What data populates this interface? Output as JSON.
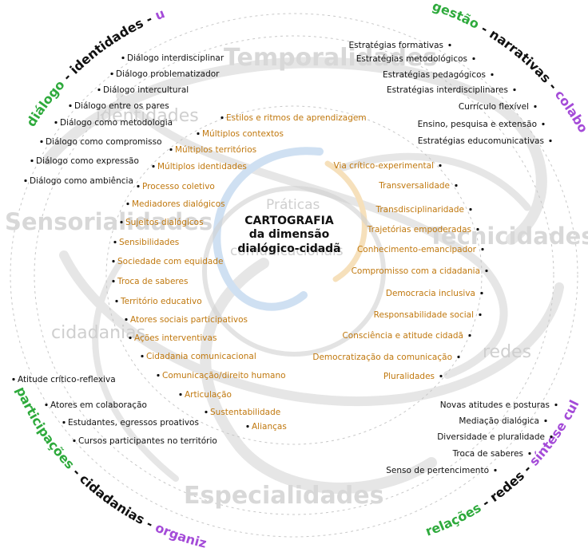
{
  "center": {
    "title_lines": [
      "CARTOGRAFIA",
      "da dimensão",
      "dialógico-cidadã"
    ]
  },
  "background_words": {
    "top": "Temporalidades",
    "left": "Sensorialidades",
    "right": "Tecnicidades",
    "bottom": "Especialidades",
    "identidades": "identidades",
    "cidadanias": "cidadanias",
    "redes": "redes",
    "praticas": "Práticas",
    "comunicacionais": "comunicacionais"
  },
  "corner_labels": {
    "top_left": [
      {
        "text": "diálogo",
        "color": "#2eaa3c"
      },
      {
        "text": " - ",
        "color": "#111111"
      },
      {
        "text": "identidades",
        "color": "#111111"
      },
      {
        "text": " - ",
        "color": "#111111"
      },
      {
        "text": "união",
        "color": "#a44bd8"
      }
    ],
    "top_right": [
      {
        "text": "gestão",
        "color": "#2eaa3c"
      },
      {
        "text": " - ",
        "color": "#111111"
      },
      {
        "text": "narrativas",
        "color": "#111111"
      },
      {
        "text": " - ",
        "color": "#111111"
      },
      {
        "text": "colaboração",
        "color": "#a44bd8"
      }
    ],
    "bottom_left": [
      {
        "text": "participações",
        "color": "#2eaa3c"
      },
      {
        "text": " - ",
        "color": "#111111"
      },
      {
        "text": "cidadanias",
        "color": "#111111"
      },
      {
        "text": " - ",
        "color": "#111111"
      },
      {
        "text": "organização",
        "color": "#a44bd8"
      }
    ],
    "bottom_right": [
      {
        "text": "relações",
        "color": "#2eaa3c"
      },
      {
        "text": " - ",
        "color": "#111111"
      },
      {
        "text": "redes",
        "color": "#111111"
      },
      {
        "text": " - ",
        "color": "#111111"
      },
      {
        "text": "síntese cultura",
        "color": "#a44bd8"
      }
    ]
  },
  "top_left_items": [
    "Diálogo interdisciplinar",
    "Diálogo problematizador",
    "Diálogo intercultural",
    "Diálogo entre os pares",
    "Diálogo como metodologia",
    "Diálogo como compromisso",
    "Diálogo como expressão",
    "Diálogo como ambiência"
  ],
  "top_right_items": [
    "Estratégias formativas",
    "Estratégias metodológicos",
    "Estratégias pedagógicos",
    "Estratégias interdisciplinares",
    "Currículo flexível",
    "Ensino, pesquisa e extensão",
    "Estratégias educomunicativas"
  ],
  "inner_left_items": [
    "Estilos e ritmos de aprendizagem",
    "Múltiplos contextos",
    "Múltiplos territórios",
    "Múltiplos identidades",
    "Processo coletivo",
    "Mediadores dialógicos",
    "Sujeitos dialógicos",
    "Sensibilidades",
    "Sociedade com equidade",
    "Troca de saberes",
    "Território educativo",
    "Atores sociais participativos",
    "Ações interventivas",
    "Cidadania comunicacional",
    "Comunicação/direito humano",
    "Articulação",
    "Sustentabilidade",
    "Alianças"
  ],
  "inner_right_items": [
    "Via crítico-experimental",
    "Transversalidade",
    "Transdisciplinaridade",
    "Trajetórias empoderadas",
    "Conhecimento-emancipador",
    "Compromisso com a cidadania",
    "Democracia inclusiva",
    "Responsabilidade social",
    "Consciência e atitude cidadã",
    "Democratização da comunicação",
    "Pluralidades"
  ],
  "bottom_left_items": [
    "Atitude crítico-reflexiva",
    "Atores em colaboração",
    "Estudantes, egressos proativos",
    "Cursos participantes no território"
  ],
  "bottom_right_items": [
    "Novas atitudes e posturas",
    "Mediação dialógica",
    "Diversidade e pluralidade",
    "Troca de saberes",
    "Senso de pertencimento"
  ],
  "colors": {
    "orange": "#c0780e",
    "green": "#2eaa3c",
    "purple": "#a44bd8",
    "swirl": "#e3e3e3"
  }
}
